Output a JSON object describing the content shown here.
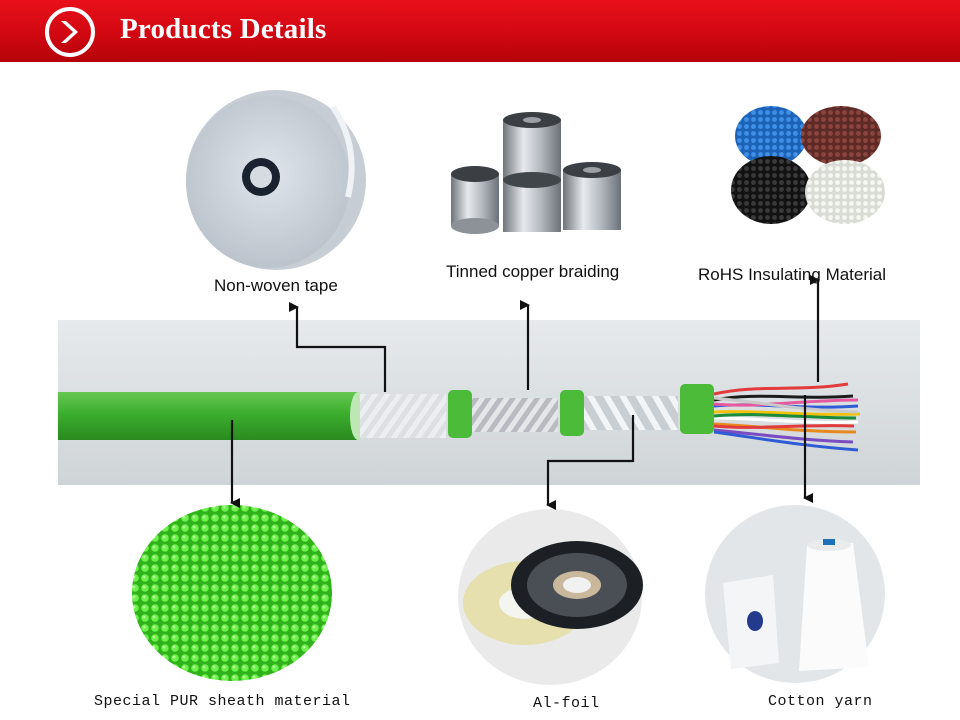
{
  "header": {
    "title": "Products Details",
    "accent_color": "#d10812",
    "icon": "chevron-right-circle-icon"
  },
  "materials": {
    "non_woven_tape": "Non-woven tape",
    "tinned_copper": "Tinned copper braiding",
    "rohs": "RoHS Insulating Material",
    "pur": "Special PUR sheath material",
    "al_foil": "Al-foil",
    "cotton": "Cotton yarn"
  },
  "cable": {
    "jacket_color": "#3cae2e",
    "granule_color": "#55e23a"
  }
}
